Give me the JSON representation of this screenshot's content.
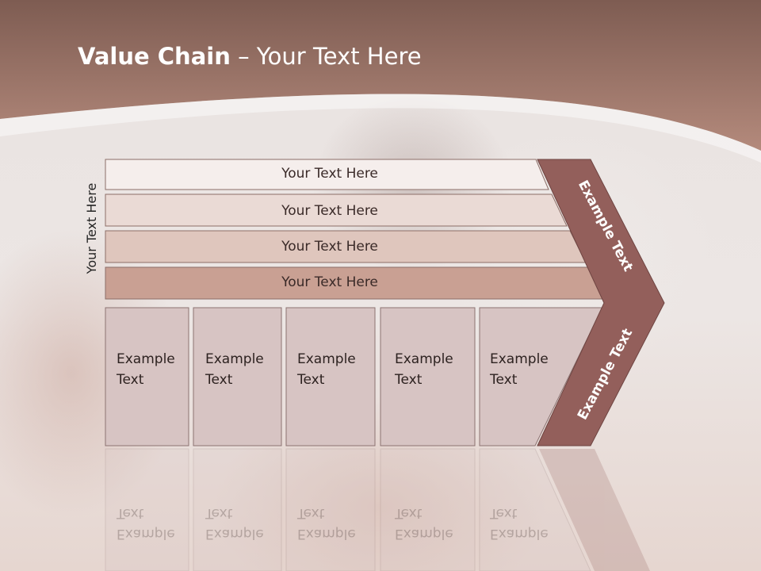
{
  "title": {
    "bold": "Value Chain",
    "rest": " – Your Text Here"
  },
  "side_label": "Your Text Here",
  "rows": [
    {
      "label": "Your Text Here"
    },
    {
      "label": "Your Text Here"
    },
    {
      "label": "Your Text Here"
    },
    {
      "label": "Your Text Here"
    }
  ],
  "activities": [
    {
      "label": "Example\nText"
    },
    {
      "label": "Example\nText"
    },
    {
      "label": "Example\nText"
    },
    {
      "label": "Example\nText"
    },
    {
      "label": "Example\nText"
    }
  ],
  "chevron": {
    "top_text": "Example Text",
    "bottom_text": "Example Text"
  },
  "colors": {
    "header": "#a8776a",
    "chevron": "#935f5b",
    "row_fills": [
      "#f5eeec",
      "#eadad5",
      "#dfc6bd",
      "#c9a093"
    ],
    "box_fill": "#d7c4c3"
  }
}
